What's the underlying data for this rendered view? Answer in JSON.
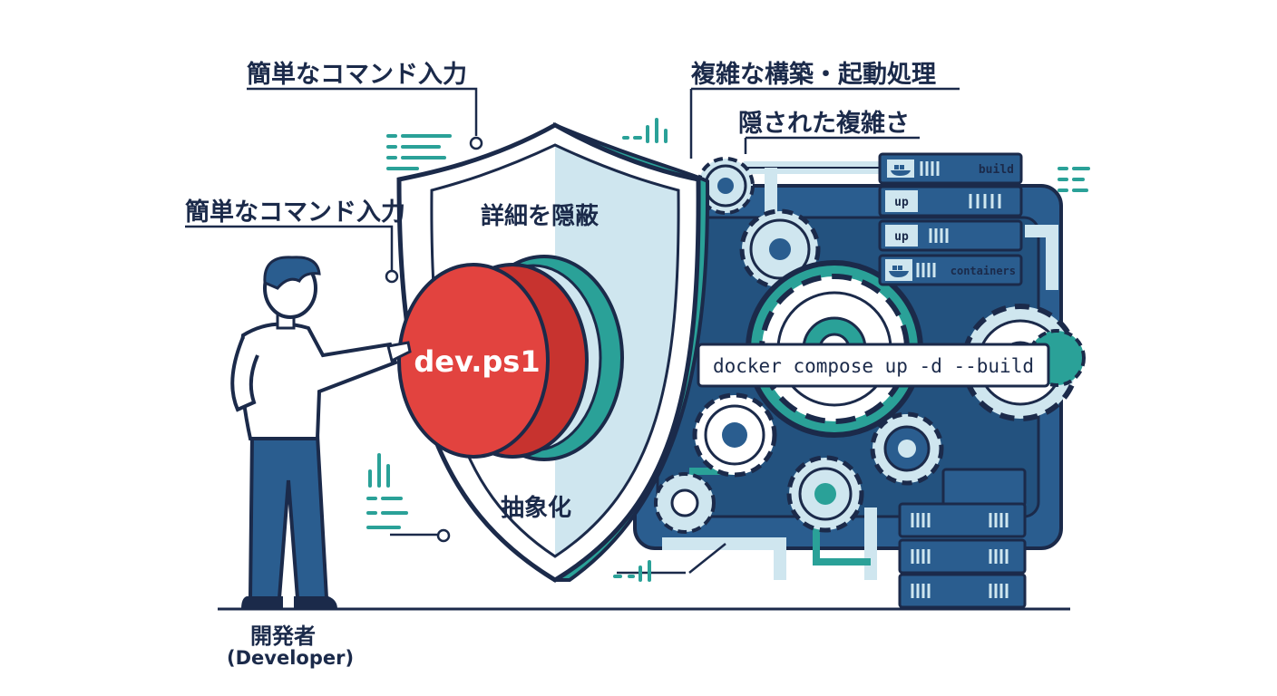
{
  "labels": {
    "simple_command_top": "簡単なコマンド入力",
    "simple_command_left": "簡単なコマンド入力",
    "complex_build": "複雑な構築・起動処理",
    "hidden_complexity": "隠された複雑さ",
    "hide_details": "詳細を隠蔽",
    "abstraction": "抽象化",
    "developer": "開発者",
    "developer_en": "(Developer)"
  },
  "button": {
    "label": "dev.ps1"
  },
  "command": {
    "text": "docker compose up -d --build"
  },
  "servers": [
    {
      "label": "build",
      "docker_icon": true
    },
    {
      "label": "up",
      "docker_icon": false
    },
    {
      "label": "up",
      "docker_icon": false
    },
    {
      "label": "containers",
      "docker_icon": true
    }
  ],
  "colors": {
    "navy": "#1b2a4a",
    "blue": "#2a5d8f",
    "teal": "#2aa198",
    "light_blue": "#cfe6ef",
    "red": "#e2433f",
    "dark_red": "#c7332f"
  }
}
